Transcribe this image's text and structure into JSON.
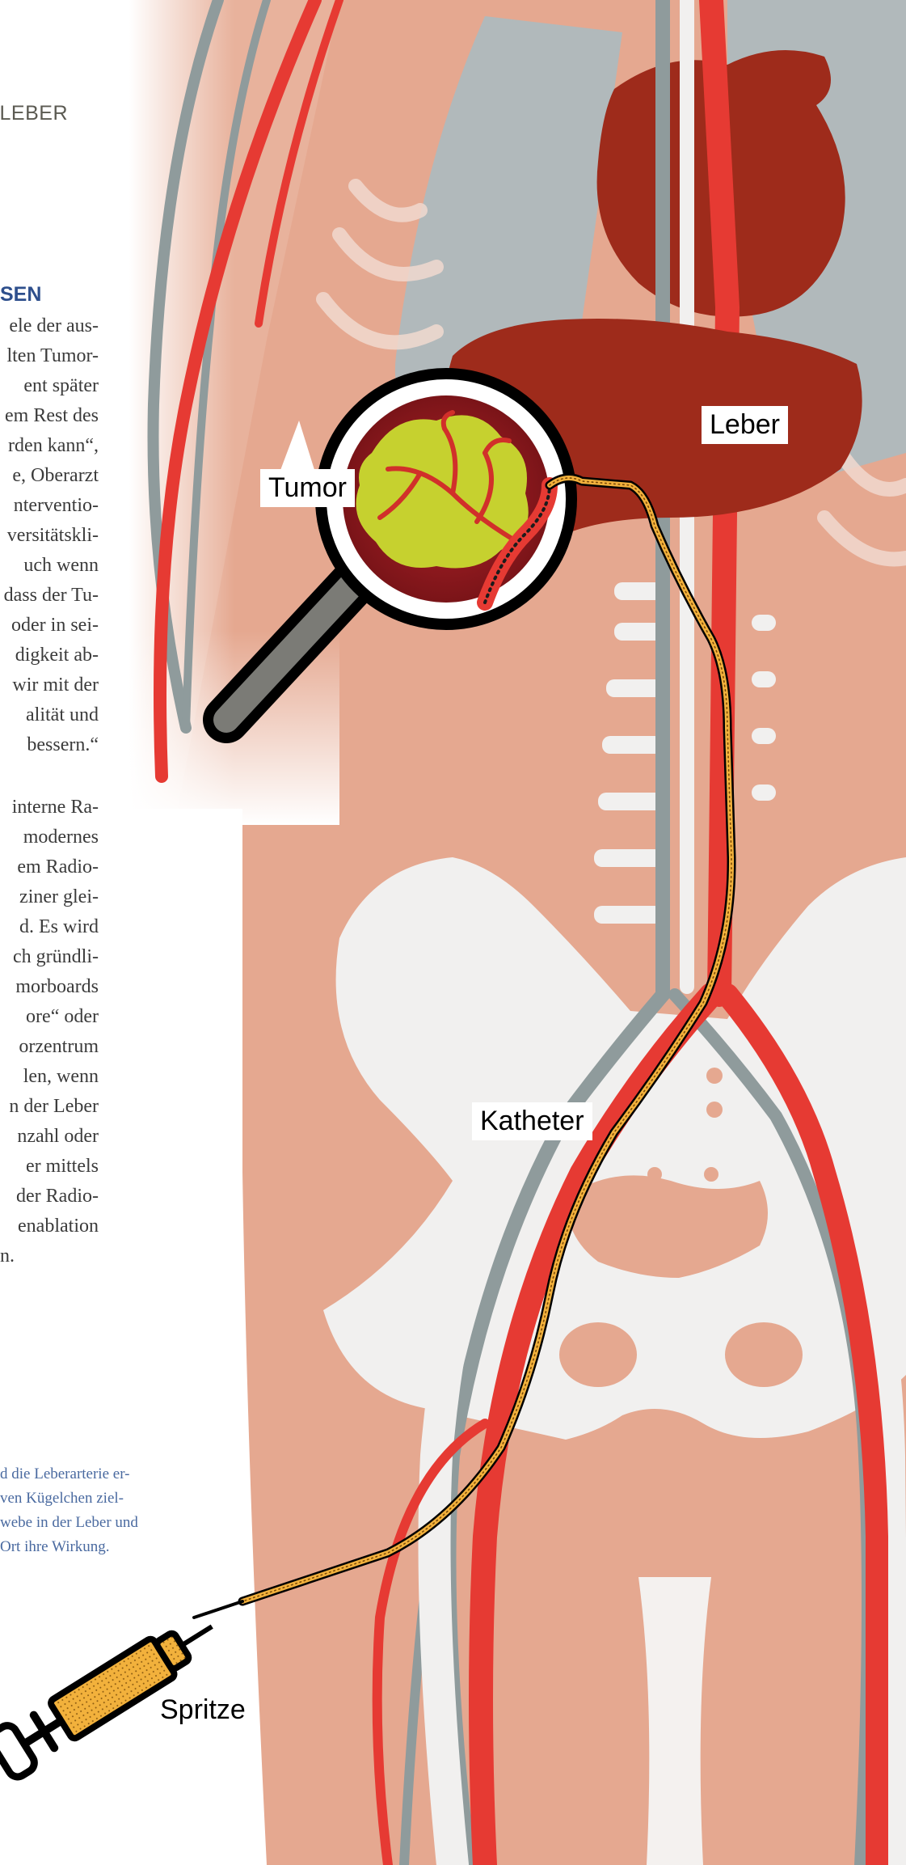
{
  "page_text": {
    "heading_1": "R LEBER",
    "heading_2": "SEN",
    "body_paragraph_1": [
      "ele der aus-",
      "lten Tumor-",
      "ent später",
      "em Rest des",
      "rden kann“,",
      "e, Oberarzt",
      "nterventio-",
      "versitätskli-",
      "uch wenn",
      "dass der Tu-",
      "oder in sei-",
      "digkeit ab-",
      "wir mit der",
      "alität und",
      "bessern.“"
    ],
    "body_paragraph_2": [
      "interne Ra-",
      "modernes",
      "em Radio-",
      "ziner glei-",
      "d. Es wird",
      "ch gründli-",
      "morboards",
      "ore“ oder",
      "orzentrum",
      "len, wenn",
      "n der Leber",
      "nzahl oder",
      "er mittels",
      "der Radio-",
      "enablation",
      "n."
    ],
    "caption": [
      "d die Leberarterie er-",
      "ven Kügelchen ziel-",
      "webe in der Leber und",
      "Ort ihre Wirkung."
    ]
  },
  "labels": {
    "tumor": "Tumor",
    "liver": "Leber",
    "catheter": "Katheter",
    "syringe": "Spritze"
  },
  "colors": {
    "skin": "#e5a890",
    "lung": "#b1b9bb",
    "liver": "#9e2b1b",
    "artery": "#e63a33",
    "vein": "#8f9b9c",
    "bone": "#f1f0ef",
    "tumor": "#c6d12f",
    "catheter": "#f2b13c",
    "heading_blue": "#2e4f8c"
  }
}
